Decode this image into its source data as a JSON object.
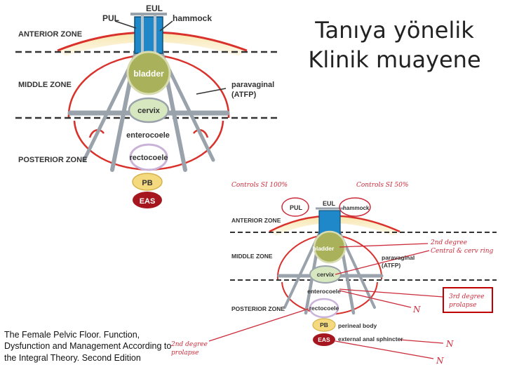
{
  "slide": {
    "title_line1": "Tanıya yönelik",
    "title_line2": "Klinik muayene",
    "citation": "The Female Pelvic Floor. Function, Dysfunction and Management According to the Integral Theory. Second Edition"
  },
  "diagram_top": {
    "zones": [
      "ANTERIOR ZONE",
      "MIDDLE ZONE",
      "POSTERIOR ZONE"
    ],
    "labels": {
      "eul": "EUL",
      "pul": "PUL",
      "hammock": "hammock",
      "bladder": "bladder",
      "paravaginal_1": "paravaginal",
      "paravaginal_2": "(ATFP)",
      "cervix": "cervix",
      "enterocoele": "enterocoele",
      "rectocoele": "rectocoele",
      "pb": "PB",
      "eas": "EAS"
    }
  },
  "diagram_bottom": {
    "zones": [
      "ANTERIOR ZONE",
      "MIDDLE ZONE",
      "POSTERIOR ZONE"
    ],
    "labels": {
      "eul": "EUL",
      "pul": "PUL",
      "hammock": "hammock",
      "bladder": "bladder",
      "paravaginal_1": "paravaginal",
      "paravaginal_2": "(ATFP)",
      "cervix": "cervix",
      "enterocoele": "enterocoele",
      "rectocoele": "rectocoele",
      "pb": "PB",
      "eas": "EAS",
      "perineal_body": "perineal body",
      "external_anal_sphincter": "external anal sphincter"
    },
    "annotations": {
      "controls_left": "Controls SI 100%",
      "controls_right": "Controls SI 50%",
      "second_degree_central_1": "2nd degree",
      "second_degree_central_2": "Central & cerv ring",
      "third_degree_1": "3rd degree",
      "third_degree_2": "prolapse",
      "second_degree_prolapse_1": "2nd degree",
      "second_degree_prolapse_2": "prolapse",
      "n_mark": "N"
    },
    "colors": {
      "annotation": "#cc2b3b",
      "highlight_box": "#c00000"
    }
  }
}
